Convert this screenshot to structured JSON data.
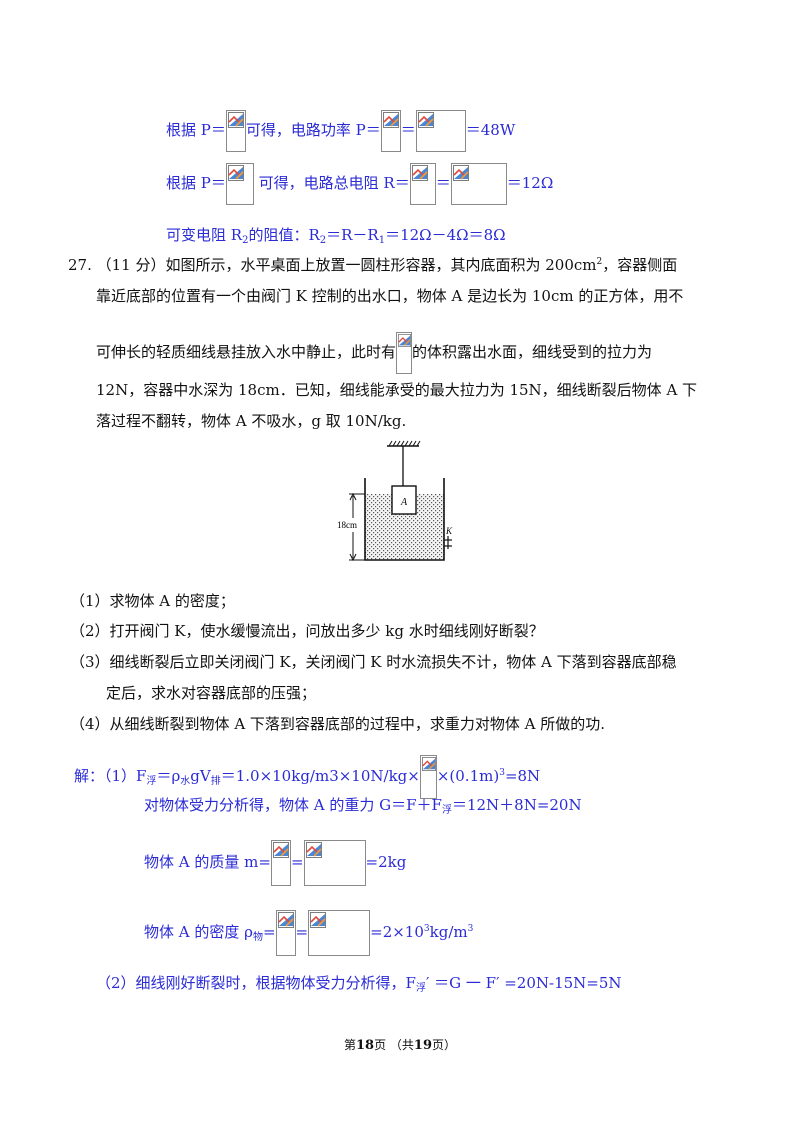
{
  "top": {
    "l1_a": "根据 P＝",
    "l1_b": "可得，电路功率 P＝",
    "l1_c": "＝",
    "l1_d": "＝48W",
    "l2_a": "根据 P＝",
    "l2_b": " 可得，电路总电阻 R＝",
    "l2_c": "＝",
    "l2_d": "＝12Ω",
    "l3_a": "可变电阻 R",
    "l3_sub": "2",
    "l3_b": "的阻值：R",
    "l3_sub2": "2",
    "l3_c": "＝R－R",
    "l3_sub3": "1",
    "l3_d": "＝12Ω－4Ω＝8Ω"
  },
  "q27": {
    "l1_a": "27.  （11 分）如图所示，水平桌面上放置一圆柱形容器，其内底面积为 200cm",
    "l1_sup": "2",
    "l1_b": "，容器侧面",
    "l2": "靠近底部的位置有一个由阀门 K 控制的出水口，物体 A 是边长为 10cm 的正方体，用不",
    "l3_a": "可伸长的轻质细线悬挂放入水中静止，此时有",
    "l3_b": "的体积露出水面，细线受到的拉力为",
    "l4": "12N，容器中水深为 18cm．已知，细线能承受的最大拉力为 15N，细线断裂后物体 A 下",
    "l5": "落过程不翻转，物体 A 不吸水，g 取 10N/kg."
  },
  "figure": {
    "depth_label": "18cm",
    "block_label": "A",
    "valve_label": "K"
  },
  "questions": [
    "（1）求物体 A 的密度；",
    "（2）打开阀门 K，使水缓慢流出，问放出多少 kg 水时细线刚好断裂？",
    "（3）细线断裂后立即关闭阀门 K，关闭阀门 K 时水流损失不计，物体 A 下落到容器底部稳",
    "定后，求水对容器底部的压强；",
    "（4）从细线断裂到物体 A 下落到容器底部的过程中，求重力对物体 A 所做的功."
  ],
  "solution": {
    "l1_a": "解：（1）F",
    "l1_sub1": "浮",
    "l1_b": "＝ρ",
    "l1_sub2": "水",
    "l1_c": "gV",
    "l1_sub3": "排",
    "l1_d": "＝1.0×10kg/m3×10N/kg×",
    "l1_e": "×(0.1m)",
    "l1_sup": "3",
    "l1_f": "=8N",
    "l2_a": "对物体受力分析得，物体 A 的重力 G＝F＋F",
    "l2_sub": "浮",
    "l2_b": "＝12N＋8N=20N",
    "l3_a": "物体 A 的质量 m=",
    "l3_b": "=",
    "l3_c": "=2kg",
    "l4_a": "物体 A 的密度 ρ",
    "l4_sub": "物",
    "l4_b": "=",
    "l4_c": "=",
    "l4_d": "=2×10",
    "l4_sup": "3",
    "l4_e": "kg/m",
    "l4_sup2": "3",
    "l5_a": "（2）细线刚好断裂时，根据物体受力分析得，F",
    "l5_sub": "浮",
    "l5_b": "′ ＝G 一 F′ =20N-15N=5N"
  },
  "footer": {
    "pre": "第",
    "page": "18",
    "mid": "页 （共",
    "total": "19",
    "post": "页）"
  }
}
